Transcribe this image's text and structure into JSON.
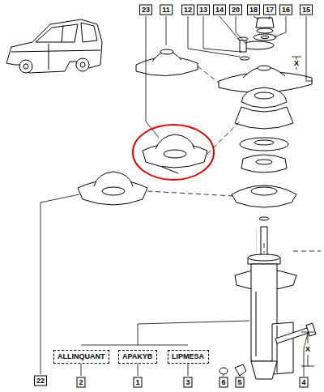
{
  "diagram": {
    "nodes": [
      {
        "text": [
          "ALLINQUANT"
        ]
      },
      {
        "text": [
          "APAKYB"
        ]
      },
      {
        "text": [
          "LIPMESA"
        ]
      }
    ],
    "labels": [
      "23",
      "11",
      "12",
      "13",
      "14",
      "20",
      "18",
      "17",
      "16",
      "15",
      "X",
      "X",
      "22",
      "2",
      "1",
      "3",
      "6",
      "5",
      "4"
    ]
  }
}
